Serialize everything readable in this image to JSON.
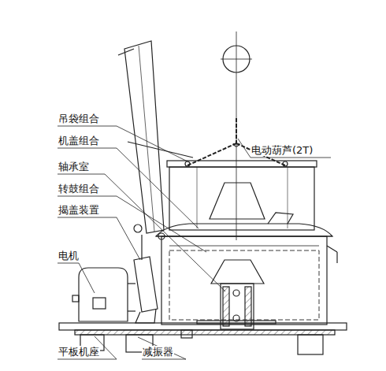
{
  "diagram": {
    "labels": [
      "电动葫芦(2T)",
      "吊袋组合",
      "机盖组合",
      "轴承室",
      "转鼓组合",
      "揭盖装置",
      "电机",
      "平板机座",
      "减振器"
    ]
  }
}
